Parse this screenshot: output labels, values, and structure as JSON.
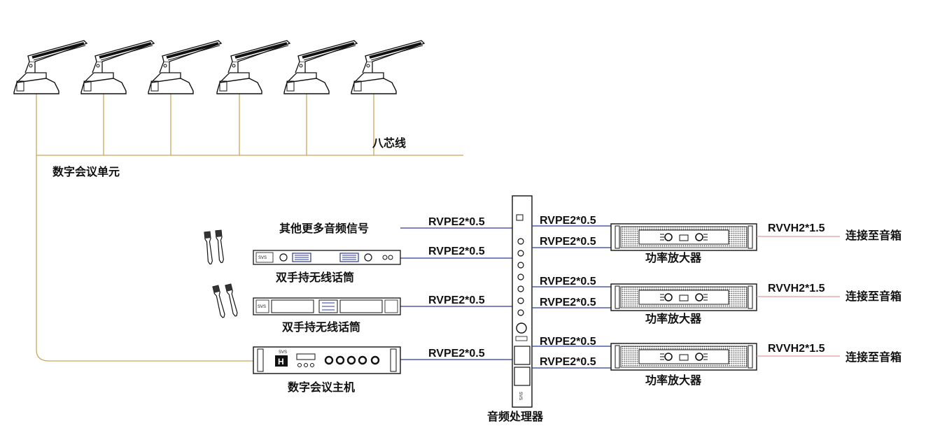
{
  "labels": {
    "bus_cable": "八芯线",
    "conference_unit": "数字会议单元",
    "other_audio": "其他更多音频信号",
    "wireless_mic_1": "双手持无线话筒",
    "wireless_mic_2": "双手持无线话筒",
    "conference_host": "数字会议主机",
    "audio_processor": "音频处理器",
    "amp_1": "功率放大器",
    "amp_2": "功率放大器",
    "amp_3": "功率放大器",
    "speaker_1": "连接至音箱",
    "speaker_2": "连接至音箱",
    "speaker_3": "连接至音箱"
  },
  "cables": {
    "in_other": "RVPE2*0.5",
    "in_mic_1": "RVPE2*0.5",
    "in_mic_2": "RVPE2*0.5",
    "in_host": "RVPE2*0.5",
    "out_1a": "RVPE2*0.5",
    "out_1b": "RVPE2*0.5",
    "out_2a": "RVPE2*0.5",
    "out_2b": "RVPE2*0.5",
    "out_3a": "RVPE2*0.5",
    "out_3b": "RVPE2*0.5",
    "spk_1": "RVVH2*1.5",
    "spk_2": "RVVH2*1.5",
    "spk_3": "RVVH2*1.5"
  },
  "device_text": {
    "brand": "SVS",
    "host_key": "H"
  },
  "colors": {
    "bus": "#c9a85c",
    "signal": "#2b3a9c",
    "speaker": "#e89a9a",
    "device": "#111111"
  }
}
